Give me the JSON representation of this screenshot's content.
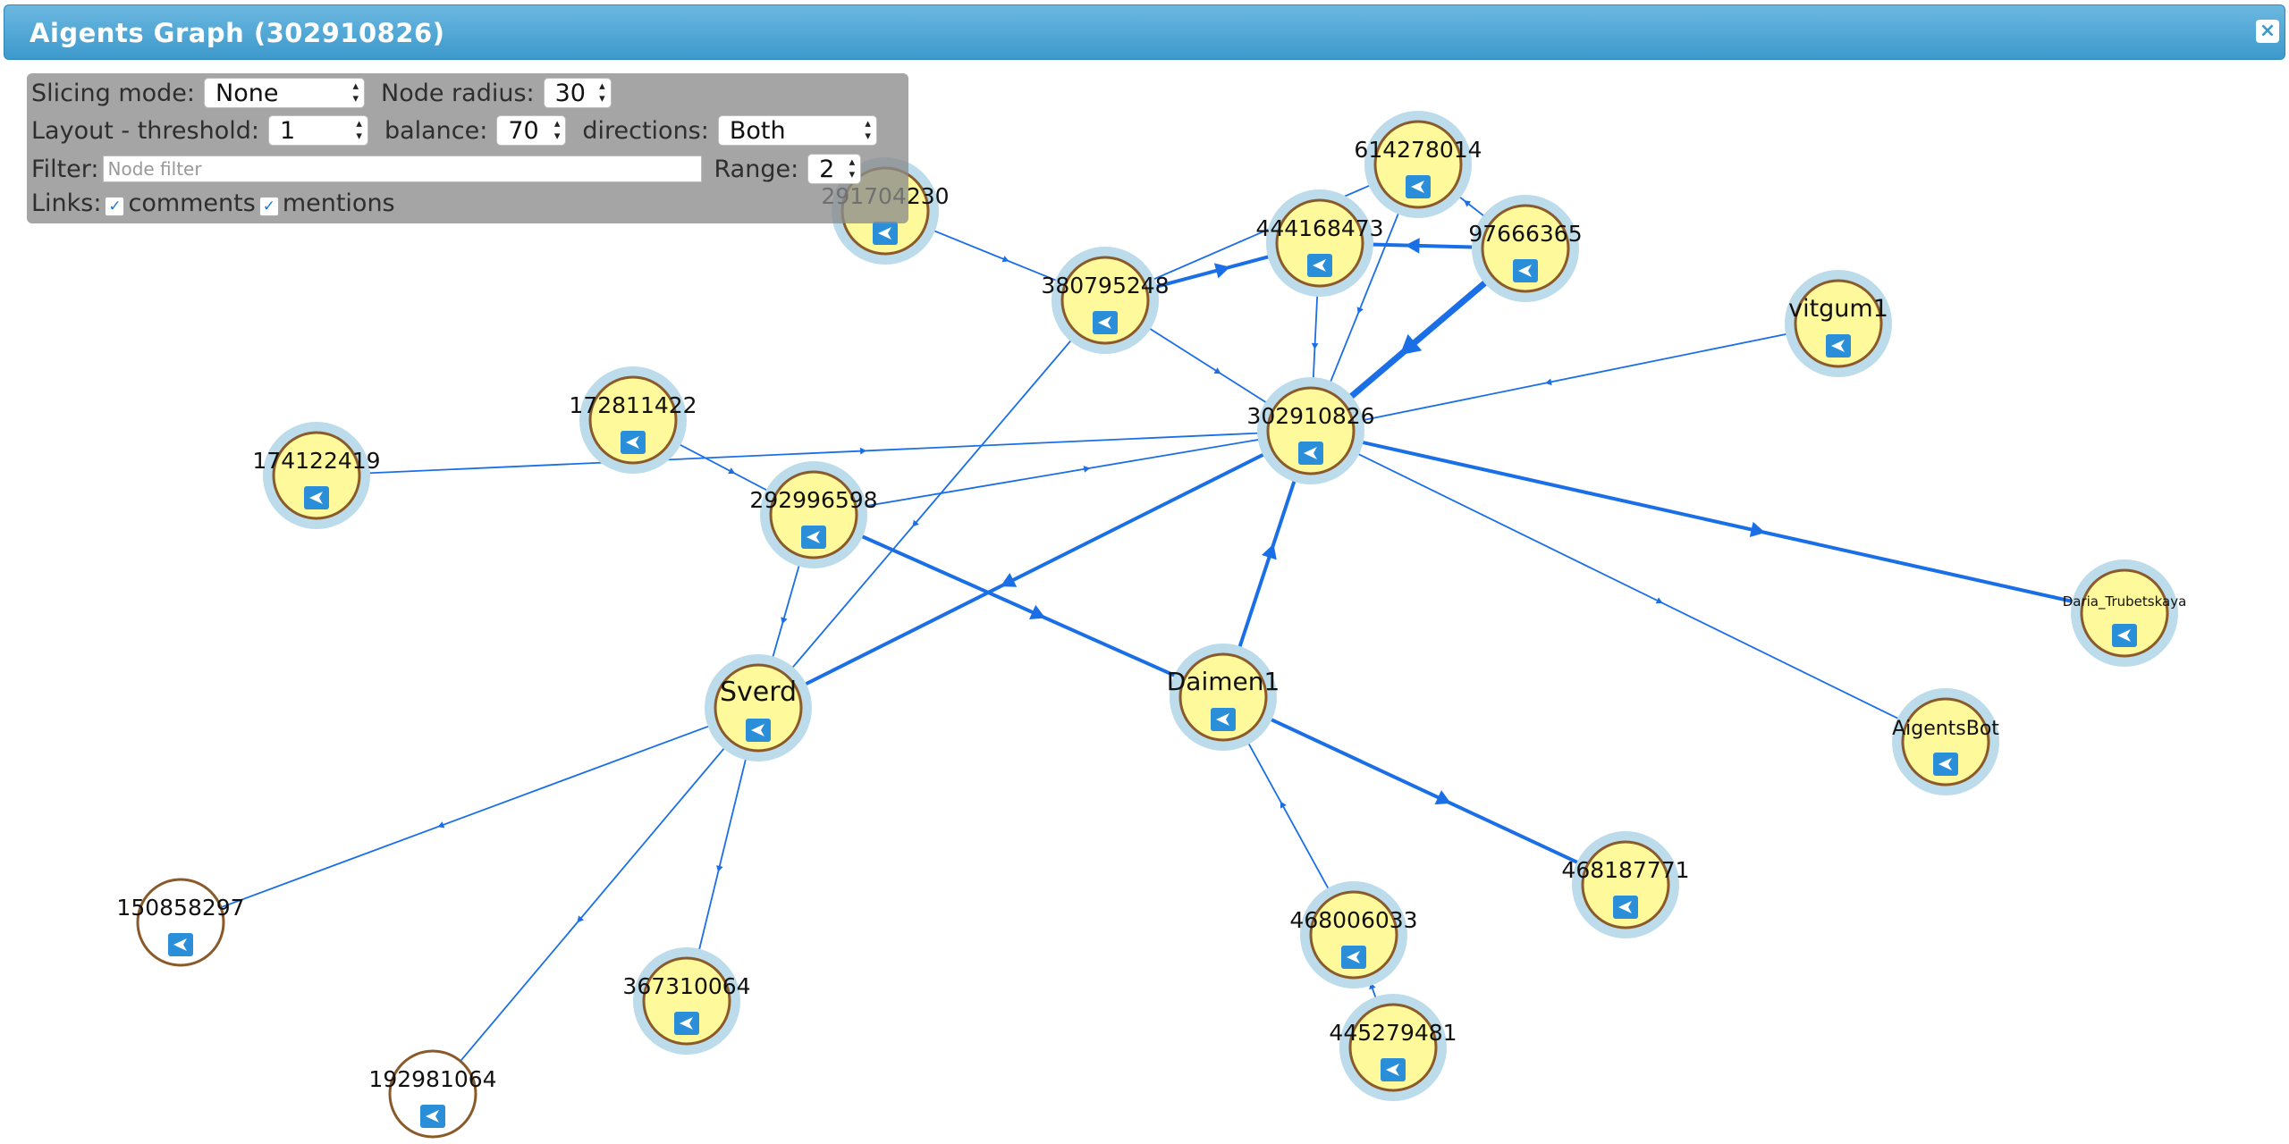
{
  "window": {
    "title": "Aigents Graph (302910826)"
  },
  "controls": {
    "slicing_label": "Slicing mode:",
    "slicing_value": "None",
    "radius_label": "Node radius:",
    "radius_value": "30",
    "threshold_label": "Layout - threshold:",
    "threshold_value": "1",
    "balance_label": "balance:",
    "balance_value": "70",
    "directions_label": "directions:",
    "directions_value": "Both",
    "filter_label": "Filter:",
    "filter_placeholder": "Node filter",
    "range_label": "Range:",
    "range_value": "2",
    "links_label": "Links:",
    "comments_label": "comments",
    "mentions_label": "mentions"
  },
  "colors": {
    "edge": "#1a6fe6",
    "node_fill": "#fef99a",
    "node_halo": "#bcdceb",
    "node_border": "#8a5a2b",
    "title_bar": "#4aa3d3"
  },
  "icons": {
    "close": "close-icon",
    "node": "telegram-icon"
  },
  "nodes": [
    {
      "id": "n302910826",
      "label": "302910826",
      "halo": true
    },
    {
      "id": "n614278014",
      "label": "614278014",
      "halo": true
    },
    {
      "id": "n97666365",
      "label": "97666365",
      "halo": true
    },
    {
      "id": "n444168473",
      "label": "444168473",
      "halo": true
    },
    {
      "id": "n380795248",
      "label": "380795248",
      "halo": true
    },
    {
      "id": "n291704230",
      "label": "291704230",
      "halo": true
    },
    {
      "id": "nvitgum1",
      "label": "vitgum1",
      "halo": true
    },
    {
      "id": "n172811422",
      "label": "172811422",
      "halo": true
    },
    {
      "id": "n174122419",
      "label": "174122419",
      "halo": true
    },
    {
      "id": "n292996598",
      "label": "292996598",
      "halo": true
    },
    {
      "id": "nSverd",
      "label": "Sverd",
      "halo": true
    },
    {
      "id": "nDaimen1",
      "label": "Daimen1",
      "halo": true
    },
    {
      "id": "nDaria",
      "label": "Daria_Trubetskaya",
      "halo": true
    },
    {
      "id": "nAigentsBot",
      "label": "AigentsBot",
      "halo": true
    },
    {
      "id": "n468187771",
      "label": "468187771",
      "halo": true
    },
    {
      "id": "n468006033",
      "label": "468006033",
      "halo": true
    },
    {
      "id": "n445279481",
      "label": "445279481",
      "halo": true
    },
    {
      "id": "n367310064",
      "label": "367310064",
      "halo": true
    },
    {
      "id": "n150858297",
      "label": "150858297",
      "halo": false
    },
    {
      "id": "n192981064",
      "label": "192981064",
      "halo": false
    }
  ],
  "edges": [
    {
      "from": "n97666365",
      "to": "n302910826",
      "weight": 3
    },
    {
      "from": "n97666365",
      "to": "n444168473",
      "weight": 2
    },
    {
      "from": "n97666365",
      "to": "n614278014",
      "weight": 1
    },
    {
      "from": "n380795248",
      "to": "n444168473",
      "weight": 2
    },
    {
      "from": "n380795248",
      "to": "n614278014",
      "weight": 1
    },
    {
      "from": "n380795248",
      "to": "n302910826",
      "weight": 1
    },
    {
      "from": "n380795248",
      "to": "nSverd",
      "weight": 1
    },
    {
      "from": "n444168473",
      "to": "n302910826",
      "weight": 1
    },
    {
      "from": "n614278014",
      "to": "n302910826",
      "weight": 1
    },
    {
      "from": "n291704230",
      "to": "n380795248",
      "weight": 1
    },
    {
      "from": "nvitgum1",
      "to": "n302910826",
      "weight": 1
    },
    {
      "from": "n174122419",
      "to": "n302910826",
      "weight": 1
    },
    {
      "from": "n172811422",
      "to": "n292996598",
      "weight": 1
    },
    {
      "from": "n292996598",
      "to": "n302910826",
      "weight": 1
    },
    {
      "from": "n292996598",
      "to": "nSverd",
      "weight": 1
    },
    {
      "from": "n292996598",
      "to": "nDaimen1",
      "weight": 2
    },
    {
      "from": "n302910826",
      "to": "nSverd",
      "weight": 2
    },
    {
      "from": "nDaimen1",
      "to": "n302910826",
      "weight": 2
    },
    {
      "from": "n302910826",
      "to": "nDaria",
      "weight": 2
    },
    {
      "from": "n302910826",
      "to": "nAigentsBot",
      "weight": 1
    },
    {
      "from": "nDaimen1",
      "to": "n468187771",
      "weight": 2
    },
    {
      "from": "n468006033",
      "to": "nDaimen1",
      "weight": 1
    },
    {
      "from": "n445279481",
      "to": "n468006033",
      "weight": 1
    },
    {
      "from": "nSverd",
      "to": "n150858297",
      "weight": 1
    },
    {
      "from": "nSverd",
      "to": "n367310064",
      "weight": 1
    },
    {
      "from": "nSverd",
      "to": "n192981064",
      "weight": 1
    }
  ]
}
